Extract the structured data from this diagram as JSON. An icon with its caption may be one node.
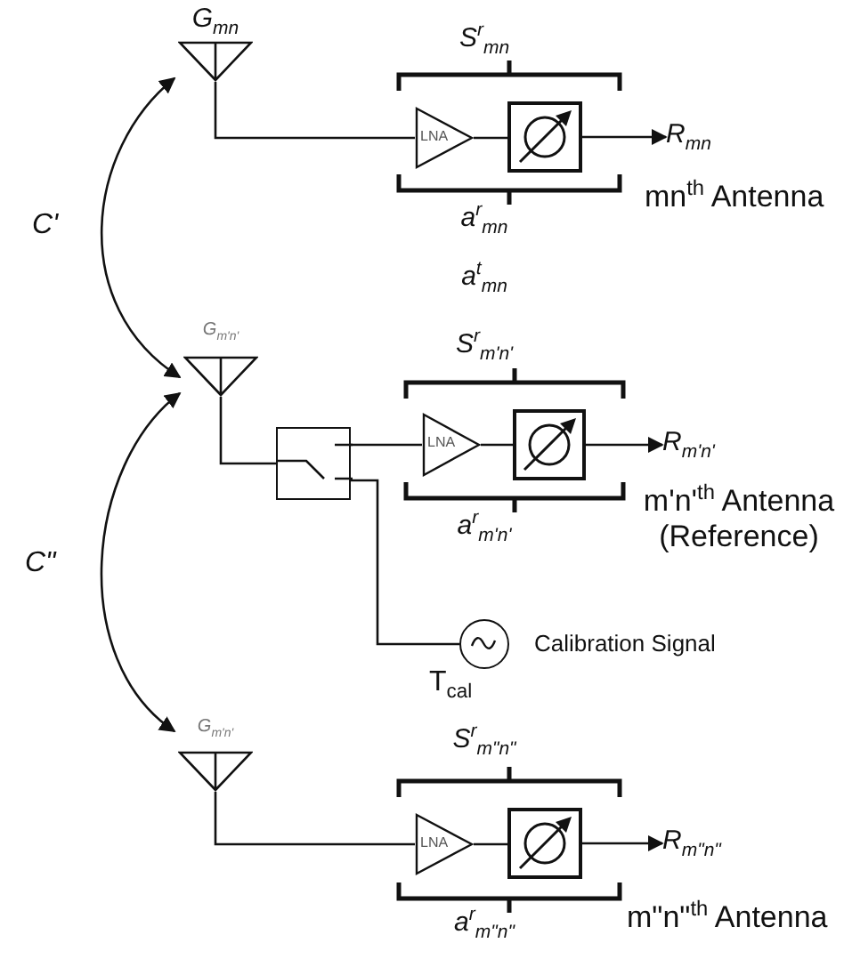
{
  "diagram": {
    "nodes": [
      {
        "text": [
          "G$_{mn}$"
        ]
      },
      {
        "text": [
          "LNA"
        ]
      },
      {
        "text": [],
        "shape": "box"
      },
      {
        "text": [
          "R$_{mn}$"
        ]
      },
      {
        "text": [
          "G$_{m'n'}$"
        ]
      },
      {
        "text": [],
        "shape": "box"
      },
      {
        "text": [
          "LNA"
        ]
      },
      {
        "text": [],
        "shape": "box"
      },
      {
        "text": [
          "R$_{m'n'}$"
        ]
      },
      {
        "text": [],
        "shape": "circle",
        "beside": [
          "Calibration Signal",
          "T$_{cal}$"
        ]
      },
      {
        "text": [
          "G$_{m'n'}$"
        ]
      },
      {
        "text": [
          "LNA"
        ]
      },
      {
        "text": [],
        "shape": "box"
      },
      {
        "text": [
          "R$_{m\"n\"}$"
        ]
      }
    ],
    "edges": [
      {
        "from": 0,
        "to": 1,
        "arrow": "none"
      },
      {
        "from": 1,
        "to": 2,
        "arrow": "none"
      },
      {
        "from": 2,
        "to": 3,
        "arrow": "to"
      },
      {
        "from": 4,
        "to": 5,
        "arrow": "none"
      },
      {
        "from": 5,
        "to": 6,
        "arrow": "none"
      },
      {
        "from": 6,
        "to": 7,
        "arrow": "none"
      },
      {
        "from": 7,
        "to": 8,
        "arrow": "to"
      },
      {
        "from": 9,
        "to": 5,
        "arrow": "none"
      },
      {
        "from": 10,
        "to": 11,
        "arrow": "none"
      },
      {
        "from": 11,
        "to": 12,
        "arrow": "none"
      },
      {
        "from": 12,
        "to": 13,
        "arrow": "to"
      },
      {
        "from": 0,
        "to": 4,
        "arrow": "both",
        "label": "C'"
      },
      {
        "from": 4,
        "to": 10,
        "arrow": "both",
        "label": "C\""
      }
    ],
    "labels": [
      "S$^{r}$$_{mn}$",
      "a$^{r}$$_{mn}$",
      "mn$^{th}$ Antenna",
      "a$^{t}$$_{mn}$",
      "S$^{r}$$_{m'n'}$",
      "a$^{r}$$_{m'n'}$",
      "m'n'$^{th}$ Antenna (Reference)",
      "S$^{r}$$_{m\"n\"}$",
      "a$^{r}$$_{m\"n\"}$",
      "m\"n\"$^{th}$ Antenna"
    ]
  }
}
